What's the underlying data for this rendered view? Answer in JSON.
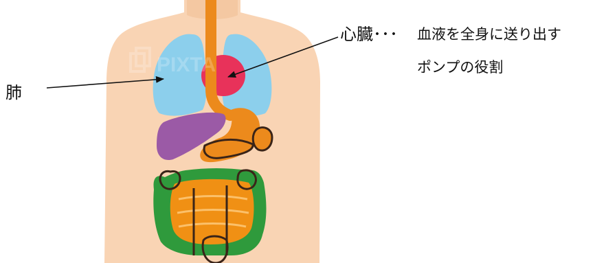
{
  "labels": {
    "lung": "肺",
    "heart": "心臓･･･"
  },
  "description": {
    "line1": "血液を全身に送り出す",
    "line2": "ポンプの役割"
  },
  "watermark": "PIXTA",
  "colors": {
    "skin": "#f9d4b4",
    "lung": "#8ccfec",
    "heart": "#e8325a",
    "esophagus_stomach": "#ec8a1c",
    "liver": "#9b5aa6",
    "large_intestine": "#2f9a3c",
    "small_intestine": "#f09014",
    "outline": "#3a2418",
    "text": "#111111"
  }
}
